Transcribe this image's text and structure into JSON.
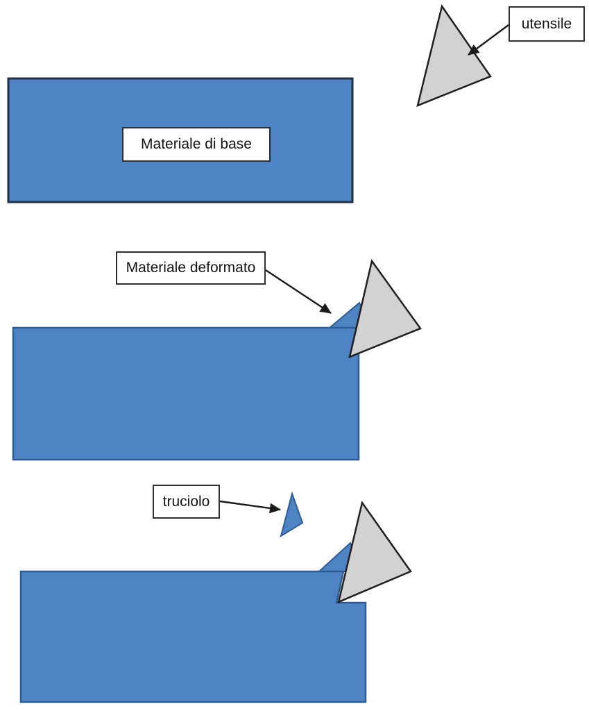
{
  "diagram": {
    "tool_label": "utensile",
    "base_material_label": "Materiale di base",
    "deformed_material_label": "Materiale deformato",
    "chip_label": "truciolo"
  },
  "colors": {
    "material_fill": "#4f84c4",
    "material_stroke": "#2d5b96",
    "base_rect_stroke": "#223044",
    "tool_fill": "#d2d2d2",
    "tool_stroke": "#1f1f1f",
    "label_box_bg": "#ffffff",
    "label_box_border": "#2f2f2f",
    "arrow_color": "#1a1a1a",
    "background": "#ffffff"
  }
}
